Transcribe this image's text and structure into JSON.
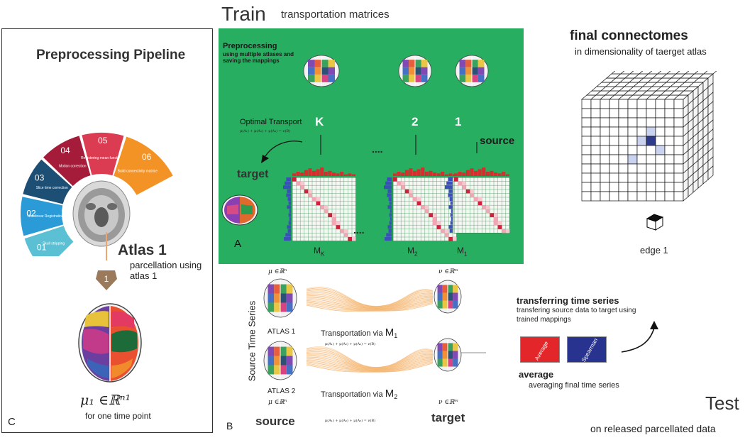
{
  "headings": {
    "train": "Train",
    "train_sub": "transportation matrices",
    "test": "Test",
    "test_sub": "on released parcellated data"
  },
  "panel_c": {
    "letter": "C",
    "title": "Preprocessing Pipeline",
    "steps": [
      {
        "num": "01",
        "label": "Skull stripping",
        "color": "#5bc0d4"
      },
      {
        "num": "02",
        "label": "Non-linear Registration",
        "color": "#2a9bd6"
      },
      {
        "num": "03",
        "label": "Slice time correction",
        "color": "#1d4e73"
      },
      {
        "num": "04",
        "label": "Motion correction",
        "color": "#a51c3a"
      },
      {
        "num": "05",
        "label": "Registering mean functional skull stripped image",
        "color": "#dc3c52"
      },
      {
        "num": "06",
        "label": "Build connectivity matrices",
        "color": "#f39326"
      }
    ],
    "atlas_title": "Atlas 1",
    "atlas_sub": "parcellation using atlas 1",
    "marker": "1",
    "mu_label": "μ₁ ∈ℝⁿ¹",
    "mu_caption": "for one time point"
  },
  "panel_a": {
    "letter": "A",
    "bg_color": "#27ae60",
    "prep_title": "Preprocessing",
    "prep_sub": "using multiple atlases and saving the mappings",
    "ot_label": "Optimal Transport",
    "ot_eq": "μ(A₁) + μ(A₂) + μ(A₃) = ν(B)",
    "indices": [
      "K",
      "2",
      "1"
    ],
    "source": "source",
    "target": "target",
    "dots": "....",
    "matrix_labels": [
      {
        "main": "M",
        "sub": "K"
      },
      {
        "main": "M",
        "sub": "2"
      },
      {
        "main": "M",
        "sub": "1"
      }
    ]
  },
  "connectomes": {
    "title": "final connectomes",
    "sub": "in dimensionality of taerget atlas",
    "edge_label": "edge 1",
    "highlight_dark": "#2d3a8c",
    "highlight_light": "#c9d3ef"
  },
  "panel_b": {
    "letter": "B",
    "side_label": "Source Time Series",
    "mu_rn": "μ ∈ℝⁿ",
    "nu_rm": "ν ∈ℝᵐ",
    "atlas1": "ATLAS 1",
    "atlas2": "ATLAS 2",
    "transport1": "Transportation via",
    "transport2": "Transportation via",
    "m1": "M",
    "m1_sub": "1",
    "m2": "M",
    "m2_sub": "2",
    "eq": "μ(A₁) + μ(A₂) + μ(A₃) = ν(B)",
    "source": "source",
    "target": "target",
    "tts_title": "transferring time series",
    "tts_sub": "transfering source data to target using trained mappings",
    "box_average": "Average",
    "box_spearman": "Spearman",
    "avg_title": "average",
    "avg_sub": "averaging final time series"
  }
}
